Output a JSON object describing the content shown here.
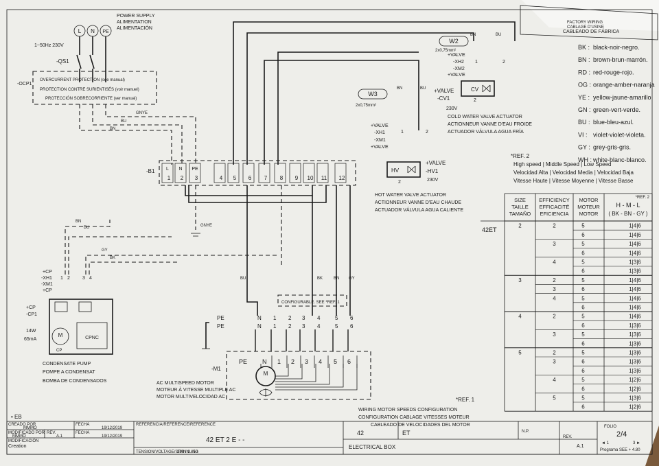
{
  "power": {
    "title1": "POWER SUPPLY",
    "title2": "ALIMENTATION",
    "title3": "ALIMENTACIÓN",
    "freq": "1~50Hz 230V",
    "qs": "-QS1",
    "L": "L",
    "N": "N",
    "PE": "PE"
  },
  "ocp": {
    "ref": "-OCP1",
    "l1": "OVERCURRENT PROTECTION (see manual)",
    "l2": "PROTECTION CONTRE SURIENTISÉS (voir manuel)",
    "l3": "PROTECCIÓN SOBRECORRIENTE (ver manual)"
  },
  "wires": {
    "gnye": "GNYE",
    "bu": "BU",
    "bn": "BN",
    "bk": "BK",
    "gy": "GY"
  },
  "b1": {
    "ref": "-B1",
    "top": [
      "L",
      "N",
      "PE",
      "",
      "",
      "",
      "",
      "",
      "",
      "",
      "",
      ""
    ],
    "nums": [
      "1",
      "2",
      "3",
      "4",
      "5",
      "6",
      "7",
      "8",
      "9",
      "10",
      "11",
      "12"
    ]
  },
  "w2": {
    "code": "W2",
    "section": "2x0,75mm²",
    "valve": "+VALVE",
    "xh": "-XH2",
    "xm": "-XM2",
    "valve2": "+VALVE",
    "p1": "1",
    "p2": "2",
    "bn": "BN",
    "bu": "BU"
  },
  "cv": {
    "valve": "+VALVE",
    "ref": "-CV1",
    "volt": "230V",
    "box": "CV",
    "p2": "2",
    "l1": "COLD WATER VALVE ACTUATOR",
    "l2": "ACTIONNEUR VANNE D'EAU FROIDE",
    "l3": "ACTUADOR VÁLVULA AGUA FRÍA"
  },
  "w3": {
    "code": "W3",
    "section": "2x0,75mm²",
    "valve": "+VALVE",
    "xh": "-XH1",
    "xm": "-XM1",
    "valve2": "+VALVE",
    "p1": "1",
    "p2": "2"
  },
  "hv": {
    "valve": "+VALVE",
    "ref": "-HV1",
    "volt": "230V",
    "box": "HV",
    "p2": "2",
    "l1": "HOT WATER VALVE ACTUATOR",
    "l2": "ACTIONNEUR VANNE D'EAU CHAUDE",
    "l3": "ACTUADOR VÁLVULA AGUA CALIENTE"
  },
  "legend": [
    {
      "code": "BK :",
      "name": "black-noir-negro."
    },
    {
      "code": "BN :",
      "name": "brown-brun-marrón."
    },
    {
      "code": "RD :",
      "name": "red-rouge-rojo."
    },
    {
      "code": "OG :",
      "name": "orange-amber-naranja"
    },
    {
      "code": "YE :",
      "name": "yellow-jaune-amarillo"
    },
    {
      "code": "GN :",
      "name": "green-vert-verde."
    },
    {
      "code": "BU :",
      "name": "blue-bleu-azul."
    },
    {
      "code": "VI :",
      "name": "violet-violet-violeta."
    },
    {
      "code": "GY :",
      "name": "grey-gris-gris."
    },
    {
      "code": "WH :",
      "name": "white-blanc-blanco."
    }
  ],
  "factory": {
    "l1": "FACTORY WIRING",
    "l2": "CABLAGE D'USINE",
    "l3": "CABLEADO DE FÁBRICA"
  },
  "ref2": {
    "title": "*REF. 2",
    "l1": "High speed | Middle Speed | Low Speed",
    "l2": "Velocidad Alta | Velocidad Media | Velocidad Baja",
    "l3": "Vitesse Haute | Vitesse Moyenne | Vitesse Basse"
  },
  "table": {
    "h_size": [
      "SIZE",
      "TAILLE",
      "TAMAÑO"
    ],
    "h_eff": [
      "EFFICIENCY",
      "EFFICACITÉ",
      "EFICIENCIA"
    ],
    "h_mot": [
      "MOTOR",
      "MOTEUR",
      "MOTOR"
    ],
    "h_ref": "*REF. 2",
    "h_hml": "H - M - L",
    "h_col": "( BK - BN - GY )",
    "model": "42ET",
    "rows": [
      [
        "2",
        "2",
        "5",
        "1|4|6"
      ],
      [
        "",
        "",
        "6",
        "1|4|6"
      ],
      [
        "",
        "3",
        "5",
        "1|4|6"
      ],
      [
        "",
        "",
        "6",
        "1|4|6"
      ],
      [
        "",
        "4",
        "5",
        "1|3|6"
      ],
      [
        "",
        "",
        "6",
        "1|3|6"
      ],
      [
        "3",
        "2",
        "5",
        "1|4|6"
      ],
      [
        "",
        "3",
        "6",
        "1|4|6"
      ],
      [
        "",
        "4",
        "5",
        "1|4|6"
      ],
      [
        "",
        "",
        "6",
        "1|4|6"
      ],
      [
        "4",
        "2",
        "5",
        "1|4|6"
      ],
      [
        "",
        "",
        "6",
        "1|3|6"
      ],
      [
        "",
        "3",
        "5",
        "1|3|6"
      ],
      [
        "",
        "",
        "6",
        "1|3|6"
      ],
      [
        "5",
        "2",
        "5",
        "1|3|6"
      ],
      [
        "",
        "3",
        "6",
        "1|3|6"
      ],
      [
        "",
        "",
        "6",
        "1|3|6"
      ],
      [
        "",
        "4",
        "5",
        "1|2|6"
      ],
      [
        "",
        "",
        "6",
        "1|2|6"
      ],
      [
        "",
        "5",
        "5",
        "1|3|6"
      ],
      [
        "",
        "",
        "6",
        "1|2|6"
      ]
    ]
  },
  "pump": {
    "cp": "+CP",
    "xh": "-XH1",
    "xm": "-XM1",
    "cp2": "+CP",
    "p1": "1",
    "p2": "2",
    "cpref": "+CP",
    "cp1": "-CP1",
    "power": "14W",
    "amp": "65mA",
    "m": "M",
    "cplabel": "CP",
    "cpnc": "CPNC",
    "p3": "3",
    "p4": "4",
    "l1": "CONDENSATE PUMP",
    "l2": "POMPE A CONDENSAT",
    "l3": "BOMBA DE CONDENSADOS"
  },
  "motor": {
    "ref": "-M1",
    "terms": [
      "PE",
      "N",
      "1",
      "2",
      "3",
      "4",
      "5",
      "6"
    ],
    "configurable": "CONFIGURABLE. SEE *REF. 1",
    "m": "M",
    "l1": "AC MULTISPEED MOTOR",
    "l2": "MOTEUR À VITESSE MULTIPLE AC",
    "l3": "MOTOR MULTIVELOCIDAD AC",
    "pe": "PE",
    "n": "N"
  },
  "ref1": {
    "title": "*REF. 1",
    "l1": "WIRING MOTOR SPEEDS CONFIGURATION",
    "l2": "CONFIGURATION CABLAGE VITESSES MOTEUR",
    "l3": "CABLEADO DE VELOCIDADES DEL MOTOR"
  },
  "title_block": {
    "eb": "• EB",
    "creado": "CREADO POR",
    "creado_v": "MMMO",
    "fecha": "FECHA",
    "fecha_v": "19/12/2019",
    "modif": "MODIFICADO POR",
    "modif_v": "MMMO",
    "rev": "REV.",
    "rev_v": "A.1",
    "fecha2_v": "19/12/2019",
    "modificacion": "MODIFICACIÓN",
    "creation": "Creation",
    "referencia": "REFERENCIA/REFERENCE/REFERENCE",
    "tension": "TENSION/VOLTAGE/SPANNUNG",
    "tension_v": "230 / 1 / 50",
    "model": "42 ET  2  E  - -",
    "model2": "42",
    "model3": "ET",
    "electrical": "ELECTRICAL BOX",
    "np": "N.P.",
    "rev2": "REV.",
    "rev2_v": "A.1",
    "folio": "FOLIO",
    "folio_v": "2/4",
    "prev": "◄ 1",
    "next": "3 ►",
    "program": "Programa SEE + 4.80"
  }
}
